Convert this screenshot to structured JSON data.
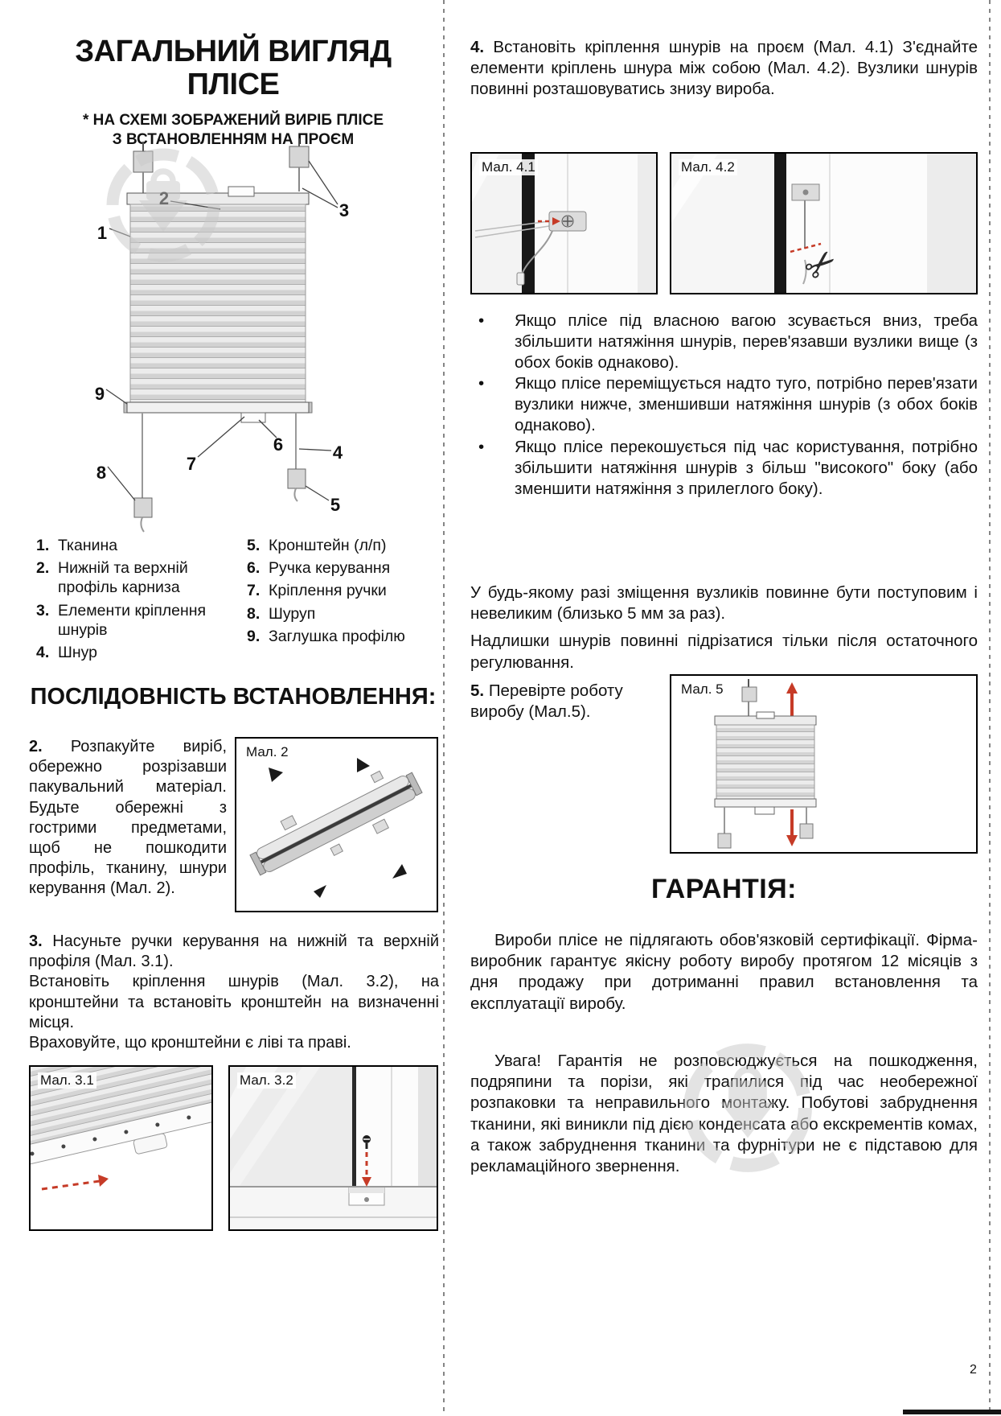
{
  "bullet": "•",
  "page_number": "2",
  "icons": {
    "scissors": "✂"
  },
  "colors": {
    "arrow_red": "#c63b27",
    "watermark_grey": "#c9c9c9",
    "text": "#111111"
  },
  "overview": {
    "title_line1": "ЗАГАЛЬНИЙ ВИГЛЯД",
    "title_line2": "ПЛІСЕ",
    "note_line1": "* НА СХЕМІ ЗОБРАЖЕНИЙ ВИРІБ ПЛІСЕ",
    "note_line2": "З ВСТАНОВЛЕННЯМ НА ПРОЄМ",
    "diagram_numbers": [
      "1",
      "2",
      "3",
      "4",
      "5",
      "6",
      "7",
      "8",
      "9"
    ]
  },
  "legend": {
    "left": [
      {
        "num": "1.",
        "text": "Тканина"
      },
      {
        "num": "2.",
        "text": "Нижній та верхній профіль карниза"
      },
      {
        "num": "3.",
        "text": "Елементи кріплення шнурів"
      },
      {
        "num": "4.",
        "text": "Шнур"
      }
    ],
    "right": [
      {
        "num": "5.",
        "text": "Кронштейн (л/п)"
      },
      {
        "num": "6.",
        "text": "Ручка керування"
      },
      {
        "num": "7.",
        "text": "Кріплення ручки"
      },
      {
        "num": "8.",
        "text": "Шуруп"
      },
      {
        "num": "9.",
        "text": "Заглушка профілю"
      }
    ]
  },
  "install": {
    "heading": "ПОСЛІДОВНІСТЬ ВСТАНОВЛЕННЯ:",
    "step2_num": "2.",
    "step2_text": "Розпакуйте виріб, обережно розрізавши пакувальний матеріал. Будьте обережні з гострими предметами, щоб не пошкодити профіль, тканину, шнури керування (Мал. 2).",
    "fig2_label": "Мал. 2",
    "step3_num": "3.",
    "step3_text1": "Насуньте ручки керування на нижній та верхній профіля (Мал. 3.1).",
    "step3_text2": "Встановіть кріплення шнурів (Мал. 3.2), на кронштейни та встановіть кронштейн на визначенні місця.",
    "step3_text3": "Враховуйте, що кронштейни є ліві та праві.",
    "fig31_label": "Мал. 3.1",
    "fig32_label": "Мал. 3.2",
    "step4_num": "4.",
    "step4_text": "Встановіть кріплення шнурів на проєм (Мал. 4.1) З'єднайте елементи кріплень шнура між собою (Мал. 4.2). Вузлики шнурів повинні розташовуватись знизу вироба.",
    "fig41_label": "Мал. 4.1",
    "fig42_label": "Мал. 4.2",
    "bullets": [
      "Якщо плісе під власною вагою зсувається вниз, треба збільшити натяжіння шнурів, перев'язавши вузлики вище (з обох боків однаково).",
      "Якщо плісе переміщується надто туго, потрібно перев'язати вузлики нижче, зменшивши натяжіння шнурів (з обох боків однаково).",
      "Якщо плісе перекошується під час користування, потрібно збільшити натяжіння шнурів з більш \"високого\" боку (або зменшити натяжіння з прилеглого боку)."
    ],
    "note1": "У будь-якому разі зміщення вузликів повинне бути поступовим і невеликим (близько 5 мм за раз).",
    "note2": "Надлишки шнурів повинні підрізатися тільки після остаточного регулювання.",
    "step5_num": "5.",
    "step5_text": "Перевірте роботу виробу (Мал.5).",
    "fig5_label": "Мал. 5"
  },
  "warranty": {
    "heading": "ГАРАНТІЯ:",
    "p1": "Вироби плісе не підлягають обов'язковій сертифікації. Фірма-виробник гарантує якісну роботу виробу протягом 12 місяців з дня продажу при дотриманні правил встановлення та експлуатації виробу.",
    "p2": "Увага! Гарантія не розповсюджується на пошкодження, подряпини та порізи, які трапилися під час необережної розпаковки та неправильного монтажу. Побутові забруднення тканини, які виникли під дією конденсата або екскрементів комах, а також забруднення тканини та фурнітури не є підставою для рекламаційного звернення."
  }
}
